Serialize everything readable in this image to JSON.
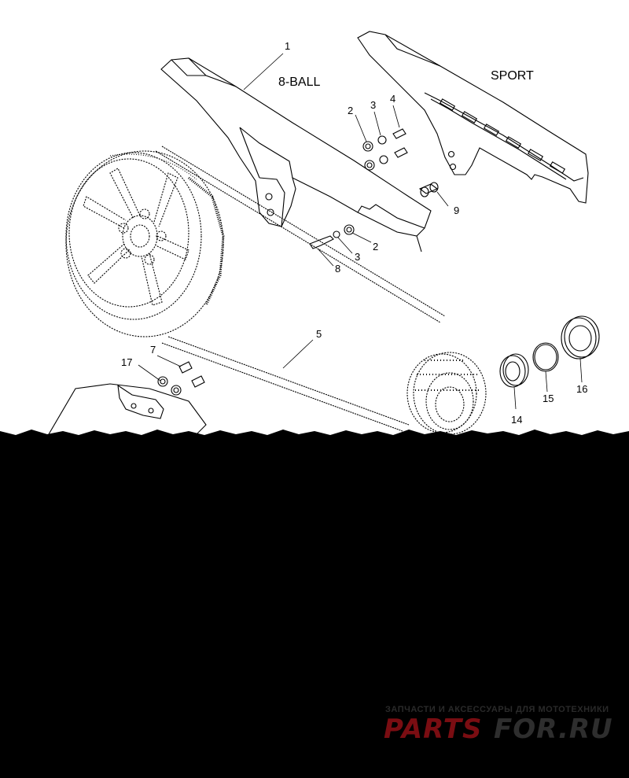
{
  "diagram": {
    "variant_labels": {
      "eight_ball": "8-BALL",
      "sport": "SPORT"
    },
    "callouts": [
      "1",
      "2",
      "3",
      "4",
      "2",
      "3",
      "8",
      "9",
      "5",
      "7",
      "17",
      "14",
      "15",
      "16"
    ]
  },
  "watermark": {
    "tagline": "ЗАПЧАСТИ И АКСЕССУАРЫ ДЛЯ МОТОТЕХНИКИ",
    "brand_left": "PARTS",
    "brand_right": "FOR.RU",
    "colors": {
      "left": "#7a0d12",
      "right": "#2e2e2e"
    }
  },
  "colors": {
    "paper": "#ffffff",
    "ink": "#000000",
    "background": "#000000"
  }
}
